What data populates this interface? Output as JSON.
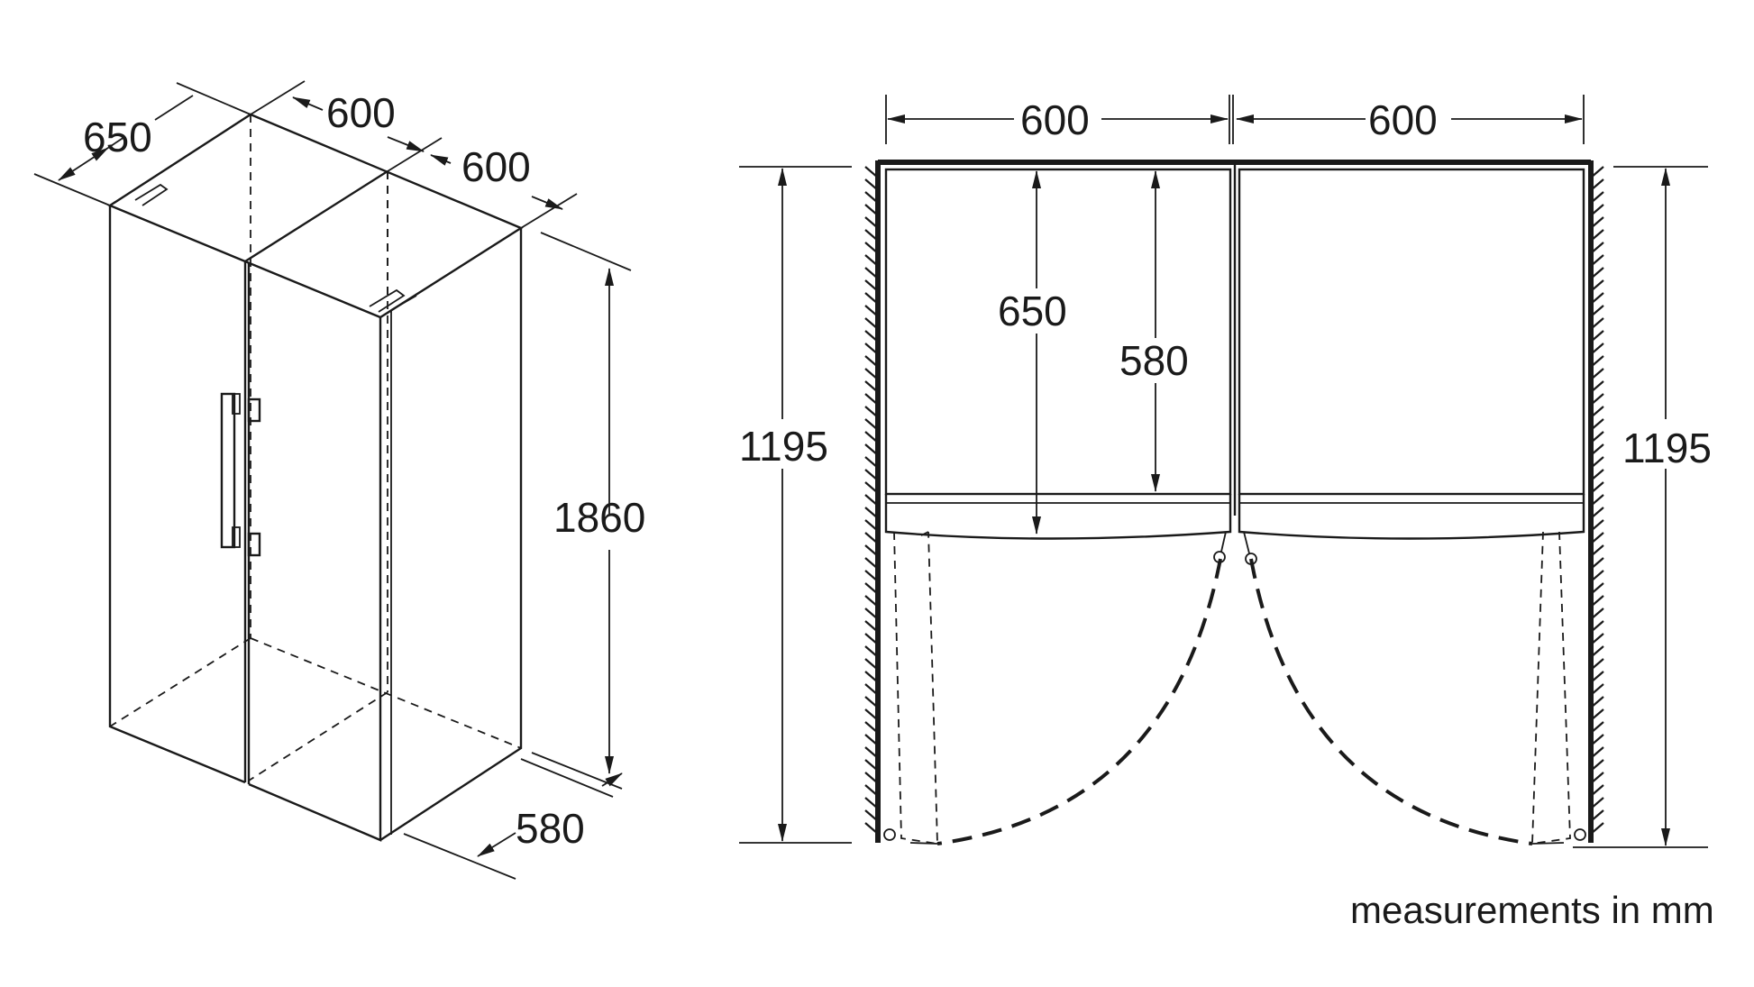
{
  "iso_view": {
    "depth_label": "650",
    "width_left_label": "600",
    "width_right_label": "600",
    "height_label": "1860",
    "inner_depth_label": "580"
  },
  "plan_view": {
    "width_left_label": "600",
    "width_right_label": "600",
    "depth_outer_label": "650",
    "depth_inner_label": "580",
    "clearance_left_label": "1195",
    "clearance_right_label": "1195"
  },
  "footer_note": "measurements in mm"
}
